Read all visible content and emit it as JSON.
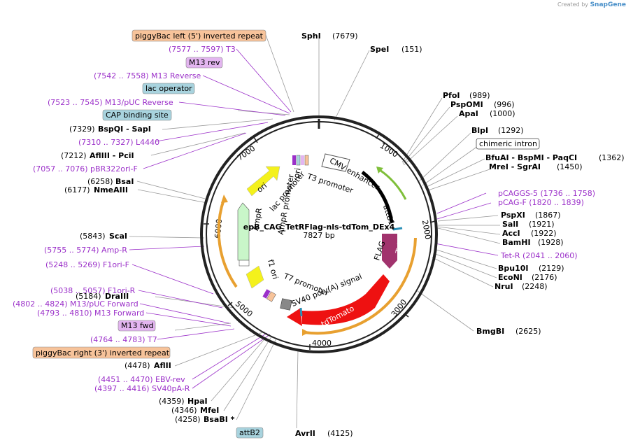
{
  "credit": {
    "prefix": "Created by",
    "brand": "SnapGene"
  },
  "plasmid": {
    "name": "epB_CAG_TetRFlag-nls-tdTom_DEx4",
    "length": "7827 bp"
  },
  "tick_labels": [
    "1000",
    "2000",
    "3000",
    "4000",
    "5000",
    "6000",
    "7000"
  ],
  "site_labels": [
    {
      "id": "sphi",
      "name": "SphI",
      "pos": "(7679)"
    },
    {
      "id": "spei",
      "name": "SpeI",
      "pos": "(151)"
    },
    {
      "id": "pfoi",
      "name": "PfoI",
      "pos": "(989)"
    },
    {
      "id": "pspomi",
      "name": "PspOMI",
      "pos": "(996)"
    },
    {
      "id": "apai",
      "name": "ApaI",
      "pos": "(1000)"
    },
    {
      "id": "blpi",
      "name": "BlpI",
      "pos": "(1292)"
    },
    {
      "id": "bfuai",
      "name": "BfuAI  - BspMI  - PaqCI",
      "pos": "(1362)"
    },
    {
      "id": "mrei",
      "name": "MreI  - SgrAI",
      "pos": "(1450)"
    },
    {
      "id": "pspxi",
      "name": "PspXI",
      "pos": "(1867)"
    },
    {
      "id": "sali",
      "name": "SalI",
      "pos": "(1921)"
    },
    {
      "id": "acci",
      "name": "AccI",
      "pos": "(1922)"
    },
    {
      "id": "bamhi",
      "name": "BamHI",
      "pos": "(1928)"
    },
    {
      "id": "bpu10i",
      "name": "Bpu10I",
      "pos": "(2129)"
    },
    {
      "id": "econi",
      "name": "EcoNI",
      "pos": "(2176)"
    },
    {
      "id": "nrui",
      "name": "NruI",
      "pos": "(2248)"
    },
    {
      "id": "bmgbi",
      "name": "BmgBI",
      "pos": "(2625)"
    },
    {
      "id": "avrii",
      "name": "AvrII",
      "pos": "(4125)"
    },
    {
      "id": "bsabi",
      "name": "BsaBI *",
      "pos": "(4258)"
    },
    {
      "id": "mfei",
      "name": "MfeI",
      "pos": "(4346)"
    },
    {
      "id": "hpai",
      "name": "HpaI",
      "pos": "(4359)"
    },
    {
      "id": "aflii",
      "name": "AflII",
      "pos": "(4478)"
    },
    {
      "id": "draiii",
      "name": "DraIII",
      "pos": "(5184)"
    },
    {
      "id": "scai",
      "name": "ScaI",
      "pos": "(5843)"
    },
    {
      "id": "nmeaiii",
      "name": "NmeAIII",
      "pos": "(6177)"
    },
    {
      "id": "bsai",
      "name": "BsaI",
      "pos": "(6258)"
    },
    {
      "id": "afliii",
      "name": "AflIII  - PciI",
      "pos": "(7212)"
    },
    {
      "id": "bspqi",
      "name": "BspQI  - SapI",
      "pos": "(7329)"
    }
  ],
  "primer_labels": [
    {
      "id": "t3",
      "text": "(7577 .. 7597)  T3"
    },
    {
      "id": "m13rev",
      "text": "(7542 .. 7558)  M13 Reverse"
    },
    {
      "id": "m13puc",
      "text": "(7523 .. 7545)  M13/pUC Reverse"
    },
    {
      "id": "l4440",
      "text": "(7310 .. 7327)  L4440"
    },
    {
      "id": "pbr322",
      "text": "(7057 .. 7076)  pBR322ori-F"
    },
    {
      "id": "pcaggs5",
      "text": "pCAGGS-5    (1736 .. 1758)"
    },
    {
      "id": "pcagf",
      "text": "pCAG-F    (1820 .. 1839)"
    },
    {
      "id": "tetr",
      "text": "Tet-R    (2041 .. 2060)"
    },
    {
      "id": "ampr",
      "text": "(5755 .. 5774)  Amp-R"
    },
    {
      "id": "f1orif",
      "text": "(5248 .. 5269)  F1ori-F"
    },
    {
      "id": "f1orir",
      "text": "(5038 .. 5057)  F1ori-R"
    },
    {
      "id": "m13pucfwd",
      "text": "(4802 .. 4824)  M13/pUC Forward"
    },
    {
      "id": "m13fwdp",
      "text": "(4793 .. 4810)  M13 Forward"
    },
    {
      "id": "t7",
      "text": "(4764 .. 4783)  T7"
    },
    {
      "id": "ebvrev",
      "text": "(4451 .. 4470)  EBV-rev"
    },
    {
      "id": "sv40par",
      "text": "(4397 .. 4416)  SV40pA-R"
    }
  ],
  "boxed_labels": [
    {
      "id": "piggyleft",
      "text": "piggyBac left (5') inverted repeat"
    },
    {
      "id": "m13revbox",
      "text": "M13 rev"
    },
    {
      "id": "lacop",
      "text": "lac operator"
    },
    {
      "id": "cap",
      "text": "CAP binding site"
    },
    {
      "id": "chimeric",
      "text": "chimeric intron"
    },
    {
      "id": "m13fwdbox",
      "text": "M13 fwd"
    },
    {
      "id": "piggyright",
      "text": "piggyBac right (3') inverted repeat"
    },
    {
      "id": "attb2",
      "text": "attB2"
    }
  ],
  "feature_labels": {
    "cmv": "CMV enhancer",
    "t3promoter": "T3 promoter",
    "lacpromoter": "lac promoter",
    "ori_small": "ori",
    "ampr": "AmpR",
    "amprpromoter": "AmpR promoter",
    "f1ori": "f1 ori",
    "t7promoter": "T7 promoter",
    "sv40": "SV40 poly(A) signal",
    "attb1": "attB1",
    "flag": "FLAG",
    "tetr": "TetR",
    "tdtomato": "tdTomato",
    "ori_arrow": "ori"
  },
  "colors": {
    "primer": "#9b30c9",
    "orange_box": "#f7c39a",
    "purple_box": "#e3b5f0",
    "blue_box": "#a8d3de",
    "tdtomato": "#ee1111",
    "tetr": "#a1336d",
    "ori": "#f4f11c",
    "ampr": "#c9f6c9",
    "orange_arc": "#e8a030",
    "green_arc": "#7fbf3a"
  }
}
